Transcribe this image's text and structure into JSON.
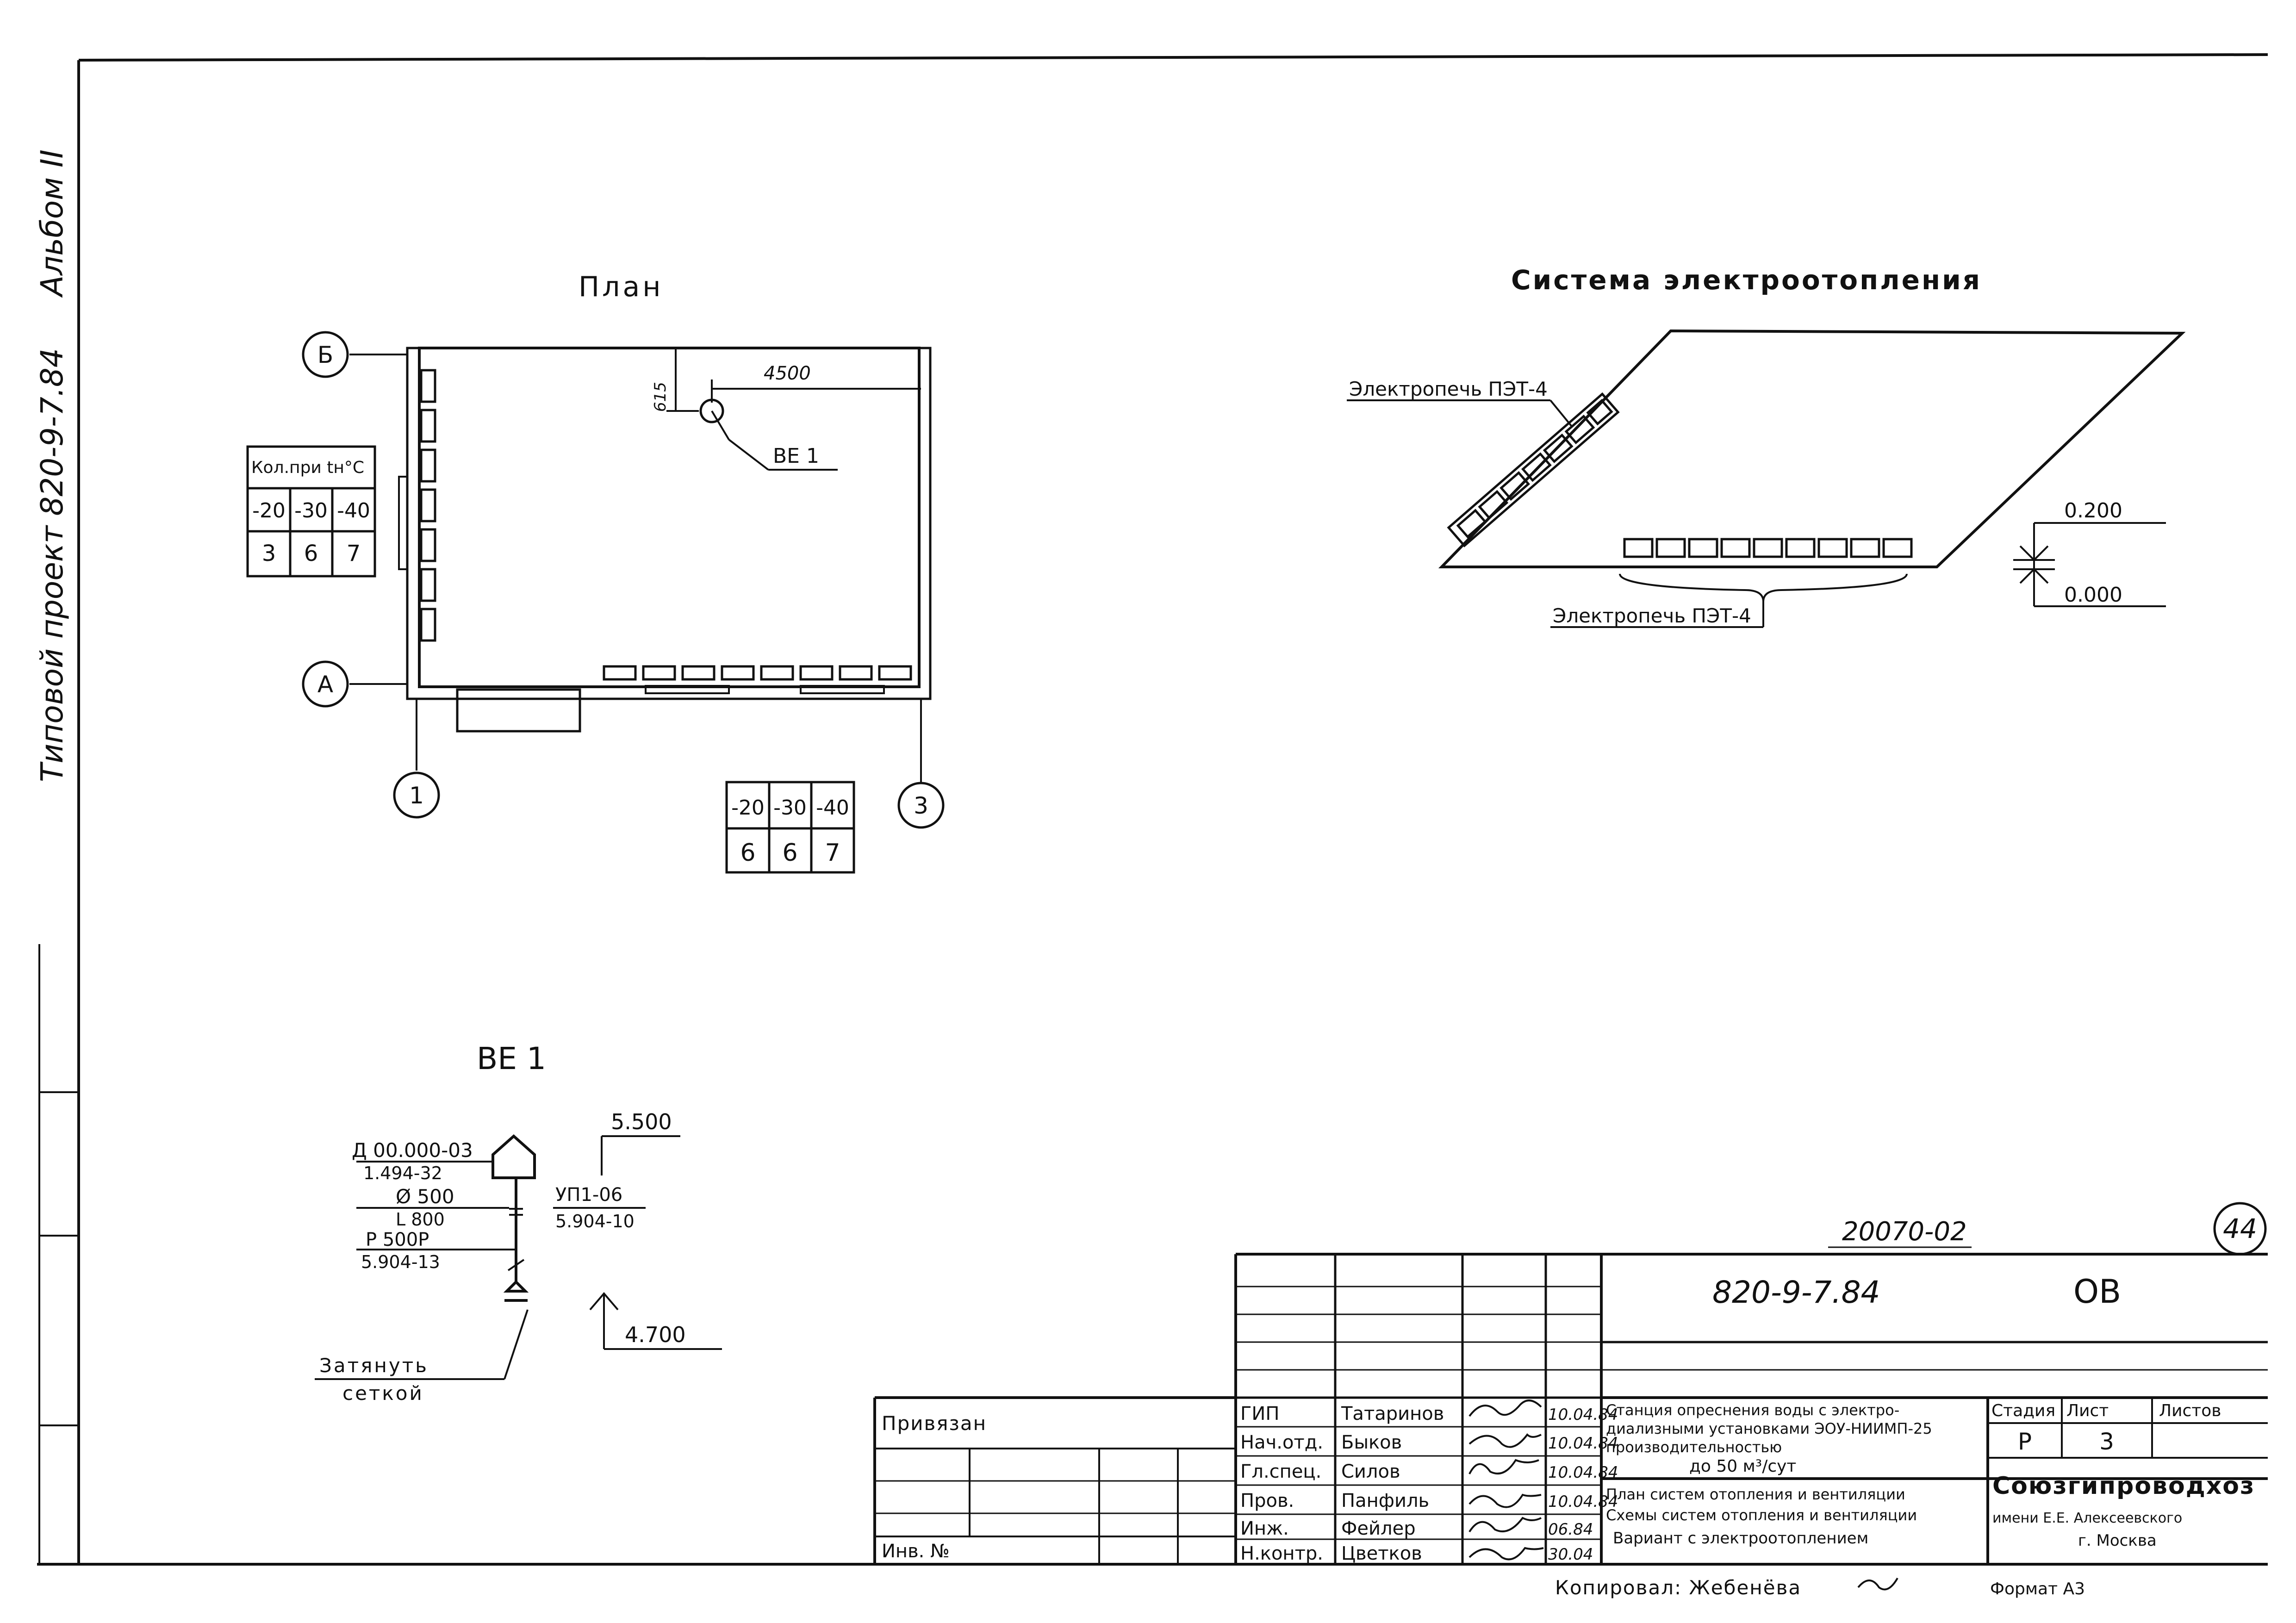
{
  "side_text": {
    "album": "Альбом II",
    "project": "Типовой проект 820-9-7.84"
  },
  "plan": {
    "title": "План",
    "axis_b": "Б",
    "axis_a": "А",
    "axis_1": "1",
    "axis_3": "3",
    "dim_4500": "4500",
    "dim_615": "615",
    "riser": "ВЕ 1",
    "count_table": {
      "header": "Кол.при tн°C",
      "temps": [
        "-20",
        "-30",
        "-40"
      ],
      "values": [
        "3",
        "6",
        "7"
      ]
    },
    "bottom_table": {
      "temps": [
        "-20",
        "-30",
        "-40"
      ],
      "values": [
        "6",
        "6",
        "7"
      ]
    }
  },
  "system": {
    "title": "Система электроотопления",
    "heater_top": "Электропечь ПЭТ-4",
    "heater_bottom": "Электропечь ПЭТ-4",
    "level_top": "0.200",
    "level_bottom": "0.000"
  },
  "be1": {
    "title": "ВЕ 1",
    "code1": "Д 00.000-03",
    "code1b": "1.494-32",
    "dia": "Ø 500",
    "len": "L 800",
    "p500": "Р 500Р",
    "code3": "5.904-13",
    "upl": "УП1-06",
    "code2": "5.904-10",
    "level_top": "5.500",
    "level_bottom": "4.700",
    "note1": "Затянуть",
    "note2": "сеткой"
  },
  "stamp": {
    "page_circle": "44",
    "doc_number": "20070-02",
    "code": "820-9-7.84",
    "mark": "ОВ",
    "attached": "Привязан",
    "inv": "Инв. №",
    "roles": [
      "ГИП",
      "Нач.отд.",
      "Гл.спец.",
      "Пров.",
      "Инж.",
      "Н.контр."
    ],
    "names": [
      "Татаринов",
      "Быков",
      "Силов",
      "Панфиль",
      "Фейлер",
      "Цветков"
    ],
    "dates": [
      "10.04.84",
      "10.04.84",
      "10.04.84",
      "10.04.84",
      "06.84",
      "30.04"
    ],
    "title_lines": [
      "Станция опреснения воды с электро-",
      "диализными установками ЭОУ-НИИМП-25",
      "производительностью",
      "до 50 м³/сут"
    ],
    "sheet_lines": [
      "План систем отопления и вентиляции",
      "Схемы систем отопления и вентиляции",
      "Вариант с электроотоплением"
    ],
    "stage_label": "Стадия",
    "sheet_label": "Лист",
    "sheets_label": "Листов",
    "stage": "Р",
    "sheet": "3",
    "org1": "Союзгипроводхоз",
    "org2": "имени Е.Е. Алексеевского",
    "org3": "г. Москва",
    "copied": "Копировал: Жебенёва",
    "format": "Формат А3"
  }
}
